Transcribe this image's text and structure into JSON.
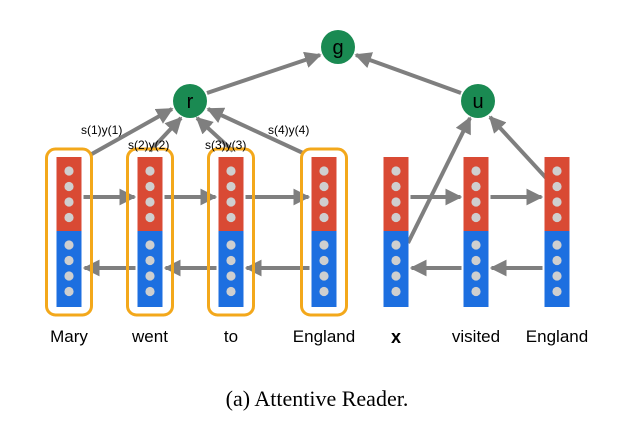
{
  "diagram": {
    "nodes": {
      "g": {
        "label": "g",
        "color": "#1a8a52"
      },
      "r": {
        "label": "r",
        "color": "#1a8a52"
      },
      "u": {
        "label": "u",
        "color": "#1a8a52"
      }
    },
    "attention_labels": [
      "s(1)y(1)",
      "s(2)y(2)",
      "s(3)y(3)",
      "s(4)y(4)"
    ],
    "document_words": [
      "Mary",
      "went",
      "to",
      "England"
    ],
    "query_marker": "x",
    "query_words": [
      "visited",
      "England"
    ],
    "caption": "(a) Attentive Reader.",
    "colors": {
      "forward_half": "#d94a34",
      "backward_half": "#1d6fe0",
      "highlight_box": "#f3a81b",
      "arrow": "#7f7f7f",
      "dot": "#cfcfcf"
    }
  }
}
